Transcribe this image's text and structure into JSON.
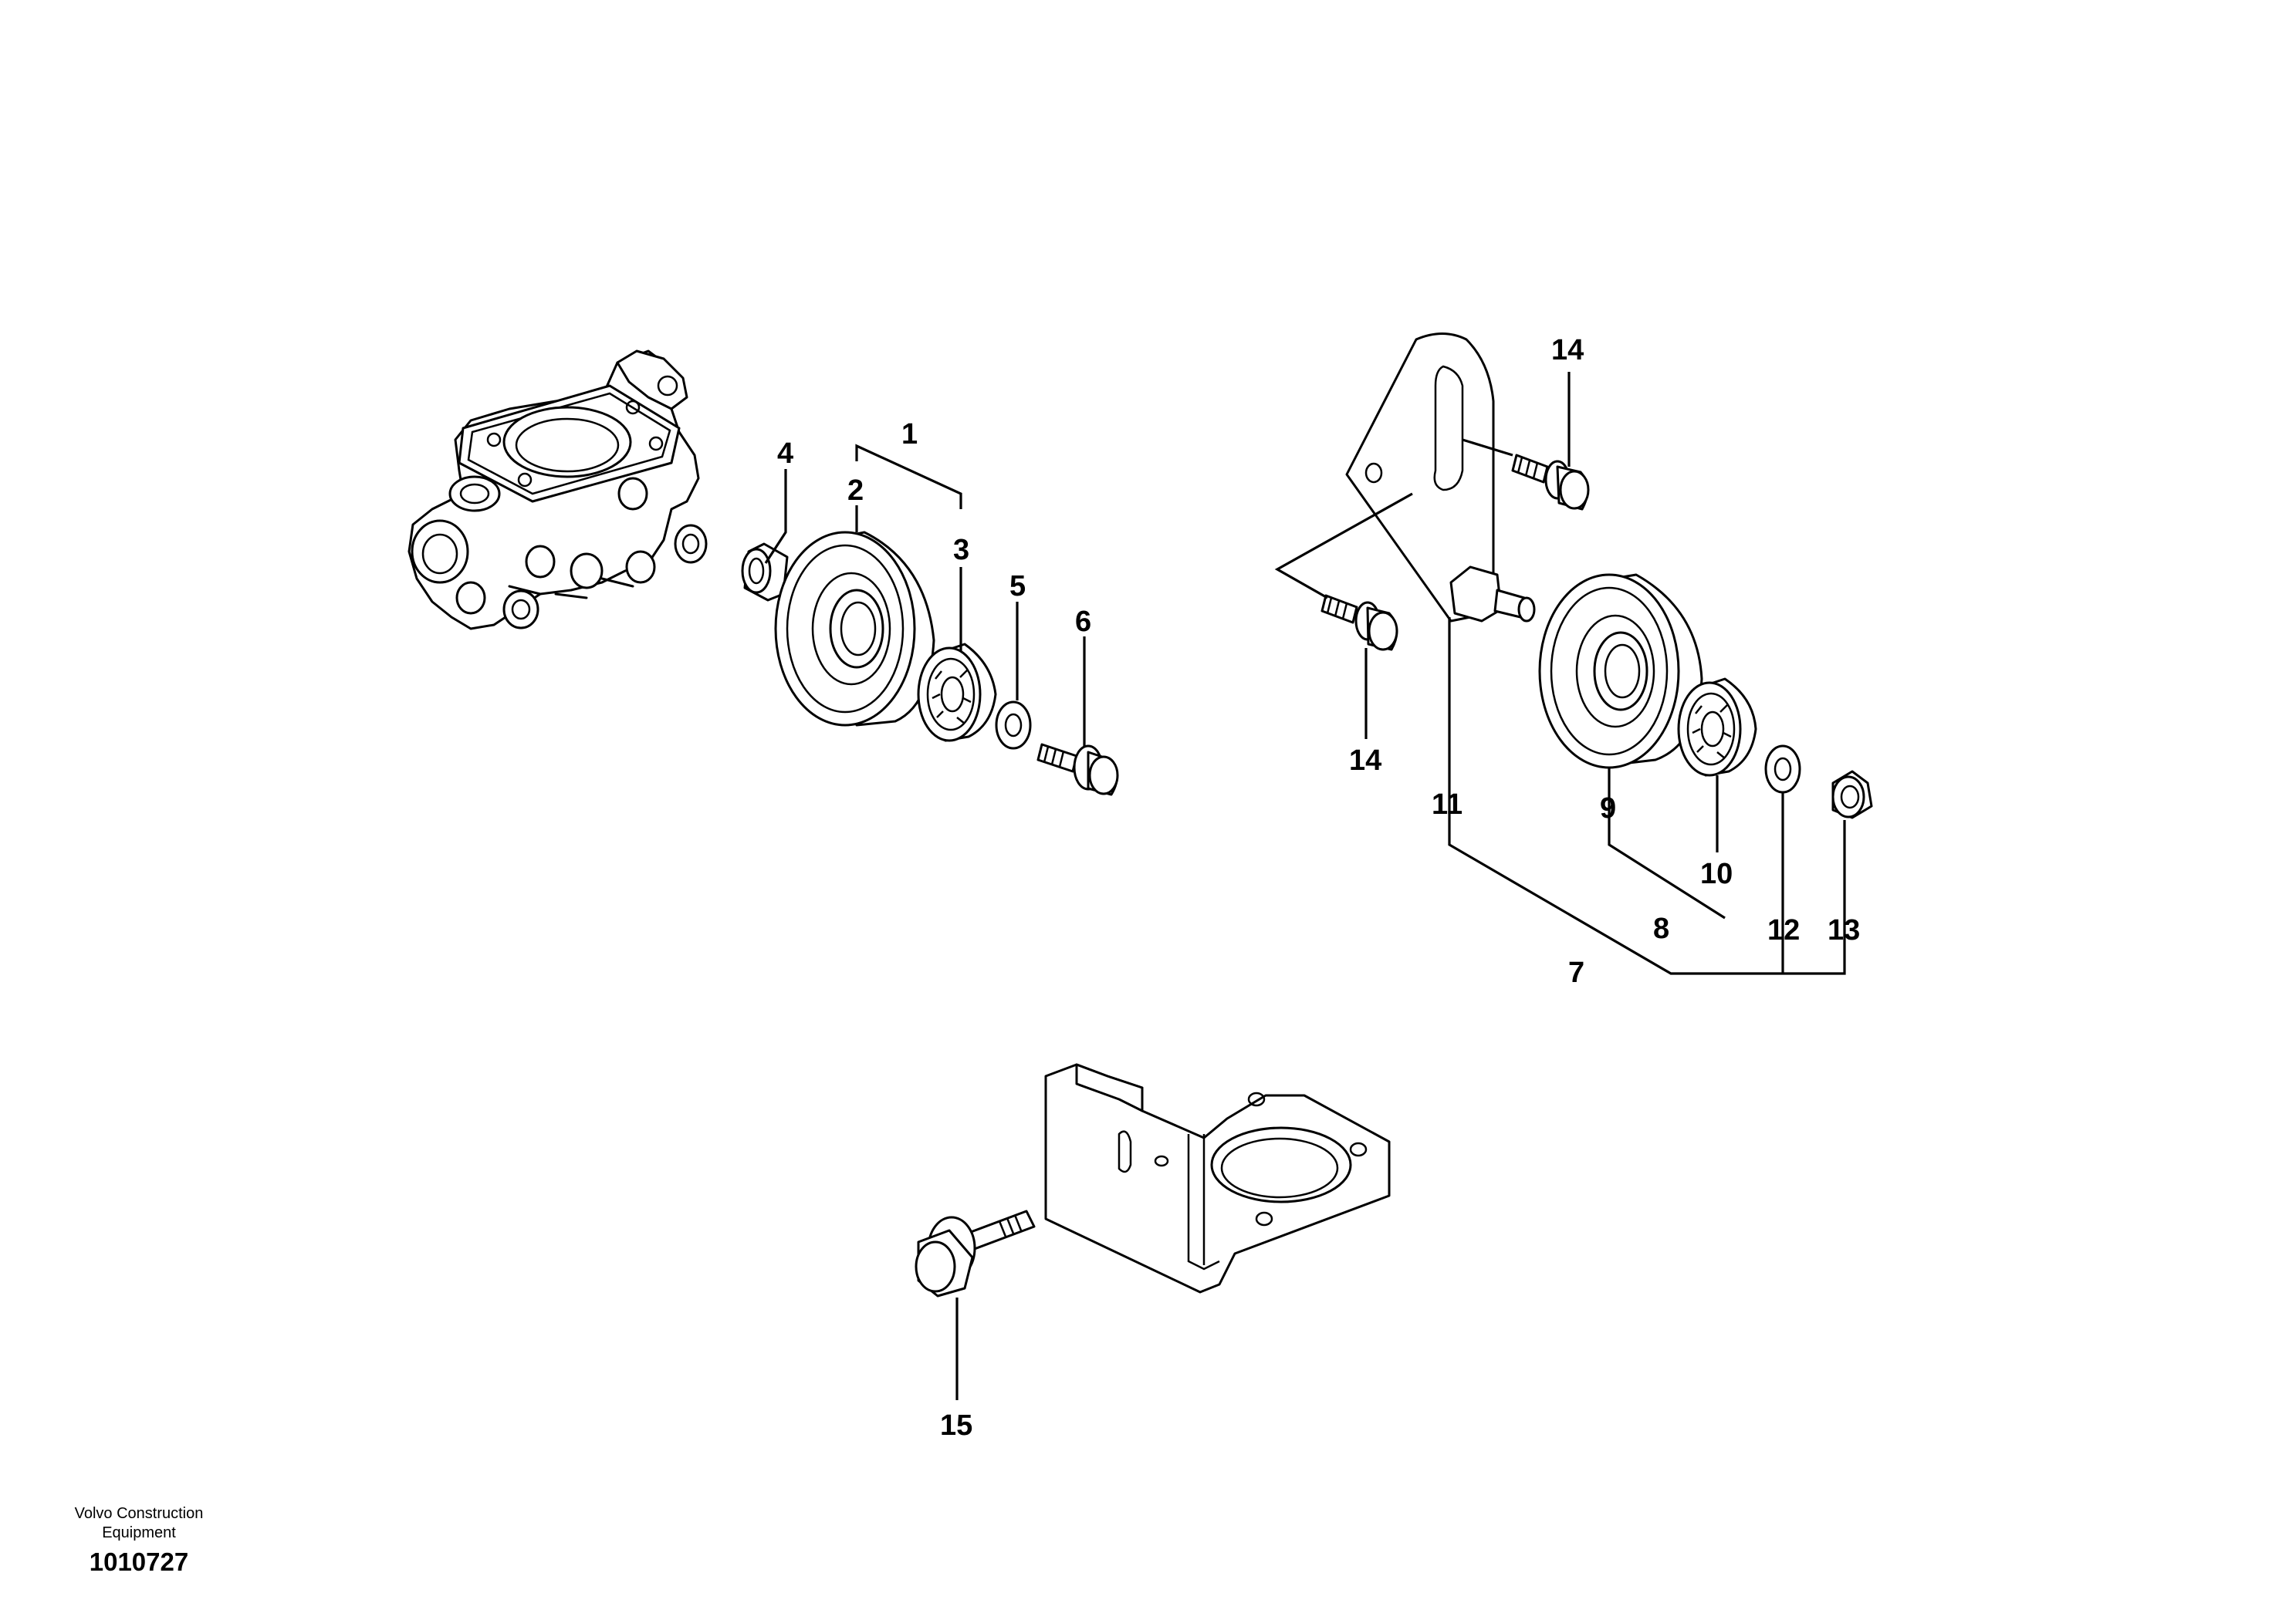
{
  "callouts": {
    "c1": "1",
    "c2": "2",
    "c3": "3",
    "c4": "4",
    "c5": "5",
    "c6": "6",
    "c7": "7",
    "c8": "8",
    "c9": "9",
    "c10": "10",
    "c11": "11",
    "c12": "12",
    "c13": "13",
    "c14a": "14",
    "c14b": "14",
    "c15": "15"
  },
  "footer": {
    "brand_line1": "Volvo Construction",
    "brand_line2": "Equipment",
    "drawing_number": "1010727"
  }
}
